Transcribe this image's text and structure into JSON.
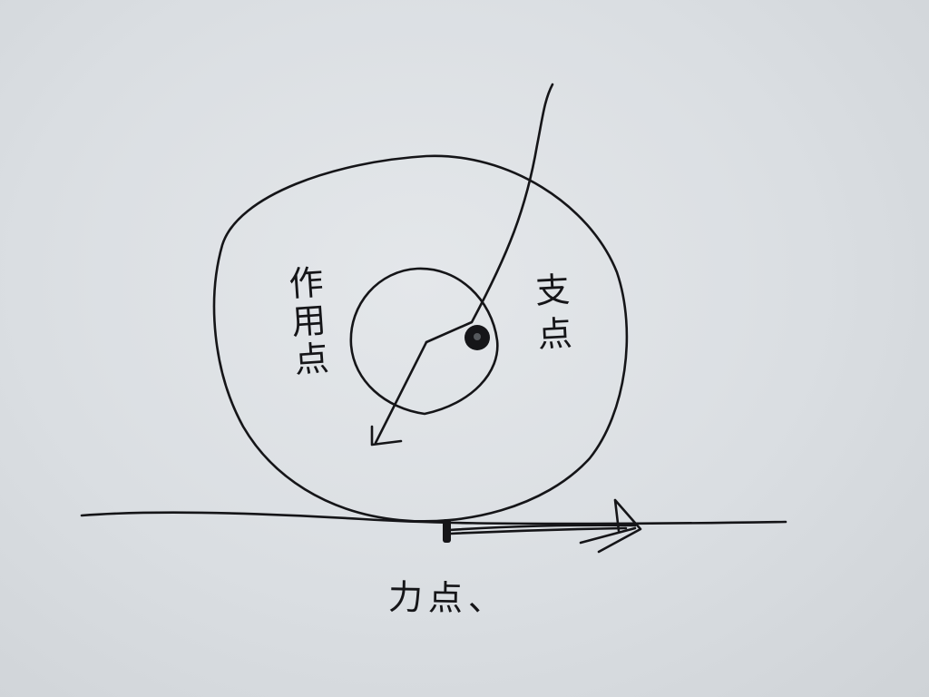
{
  "labels": {
    "action_point": "作用点",
    "fulcrum": "支点",
    "force_point": "力点、"
  },
  "colors": {
    "paper": "#dadee2",
    "ink": "#151518"
  }
}
